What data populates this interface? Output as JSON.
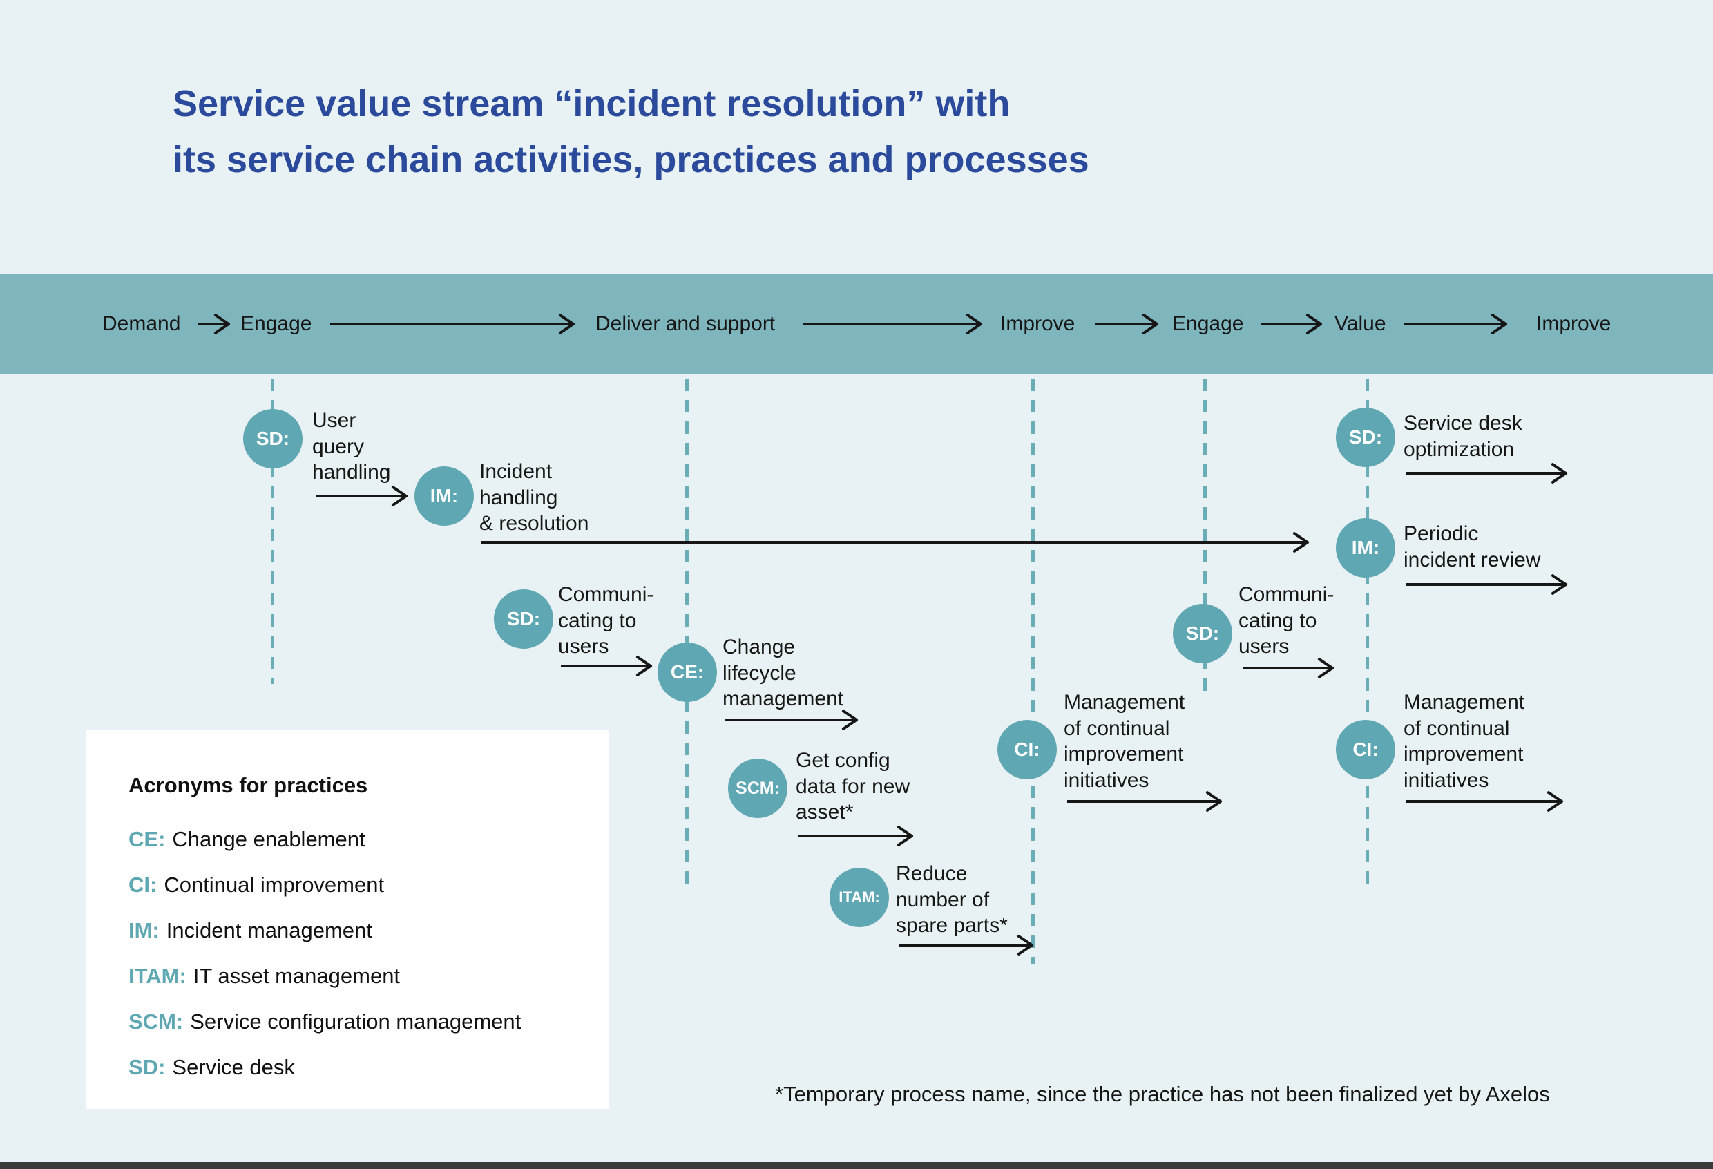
{
  "title": {
    "line1": "Service value stream “incident resolution” with",
    "line2": "its service chain activities, practices and processes"
  },
  "band": {
    "labels": [
      "Demand",
      "Engage",
      "Deliver and support",
      "Improve",
      "Engage",
      "Value",
      "Improve"
    ]
  },
  "flow": {
    "nodes": [
      {
        "acronym": "SD:",
        "label": "User\nquery\nhandling"
      },
      {
        "acronym": "IM:",
        "label": "Incident\nhandling\n& resolution"
      },
      {
        "acronym": "SD:",
        "label": "Communi-\ncating to\nusers"
      },
      {
        "acronym": "CE:",
        "label": "Change\nlifecycle\nmanagement"
      },
      {
        "acronym": "SCM:",
        "label": "Get config\ndata for new\nasset*"
      },
      {
        "acronym": "ITAM:",
        "label": "Reduce\nnumber of\nspare parts*"
      },
      {
        "acronym": "CI:",
        "label": "Management\nof continual\nimprovement\ninitiatives"
      },
      {
        "acronym": "SD:",
        "label": "Communi-\ncating to\nusers"
      },
      {
        "acronym": "SD:",
        "label": "Service desk\noptimization"
      },
      {
        "acronym": "IM:",
        "label": "Periodic\nincident review"
      },
      {
        "acronym": "CI:",
        "label": "Management\nof continual\nimprovement\ninitiatives"
      }
    ]
  },
  "legend": {
    "title": "Acronyms for practices",
    "items": [
      {
        "acronym": "CE:",
        "text": "Change enablement"
      },
      {
        "acronym": "CI:",
        "text": "Continual improvement"
      },
      {
        "acronym": "IM:",
        "text": "Incident management"
      },
      {
        "acronym": "ITAM:",
        "text": "IT asset management"
      },
      {
        "acronym": "SCM:",
        "text": "Service configuration management"
      },
      {
        "acronym": "SD:",
        "text": "Service desk"
      }
    ]
  },
  "footnote": "*Temporary process name, since the practice has not been finalized yet by Axelos",
  "colors": {
    "background": "#e8f1f3",
    "band": "#7fb6bd",
    "badge": "#5fa8b3",
    "title": "#2b4a9b",
    "arrow": "#161616",
    "divider": "#69adb7"
  }
}
